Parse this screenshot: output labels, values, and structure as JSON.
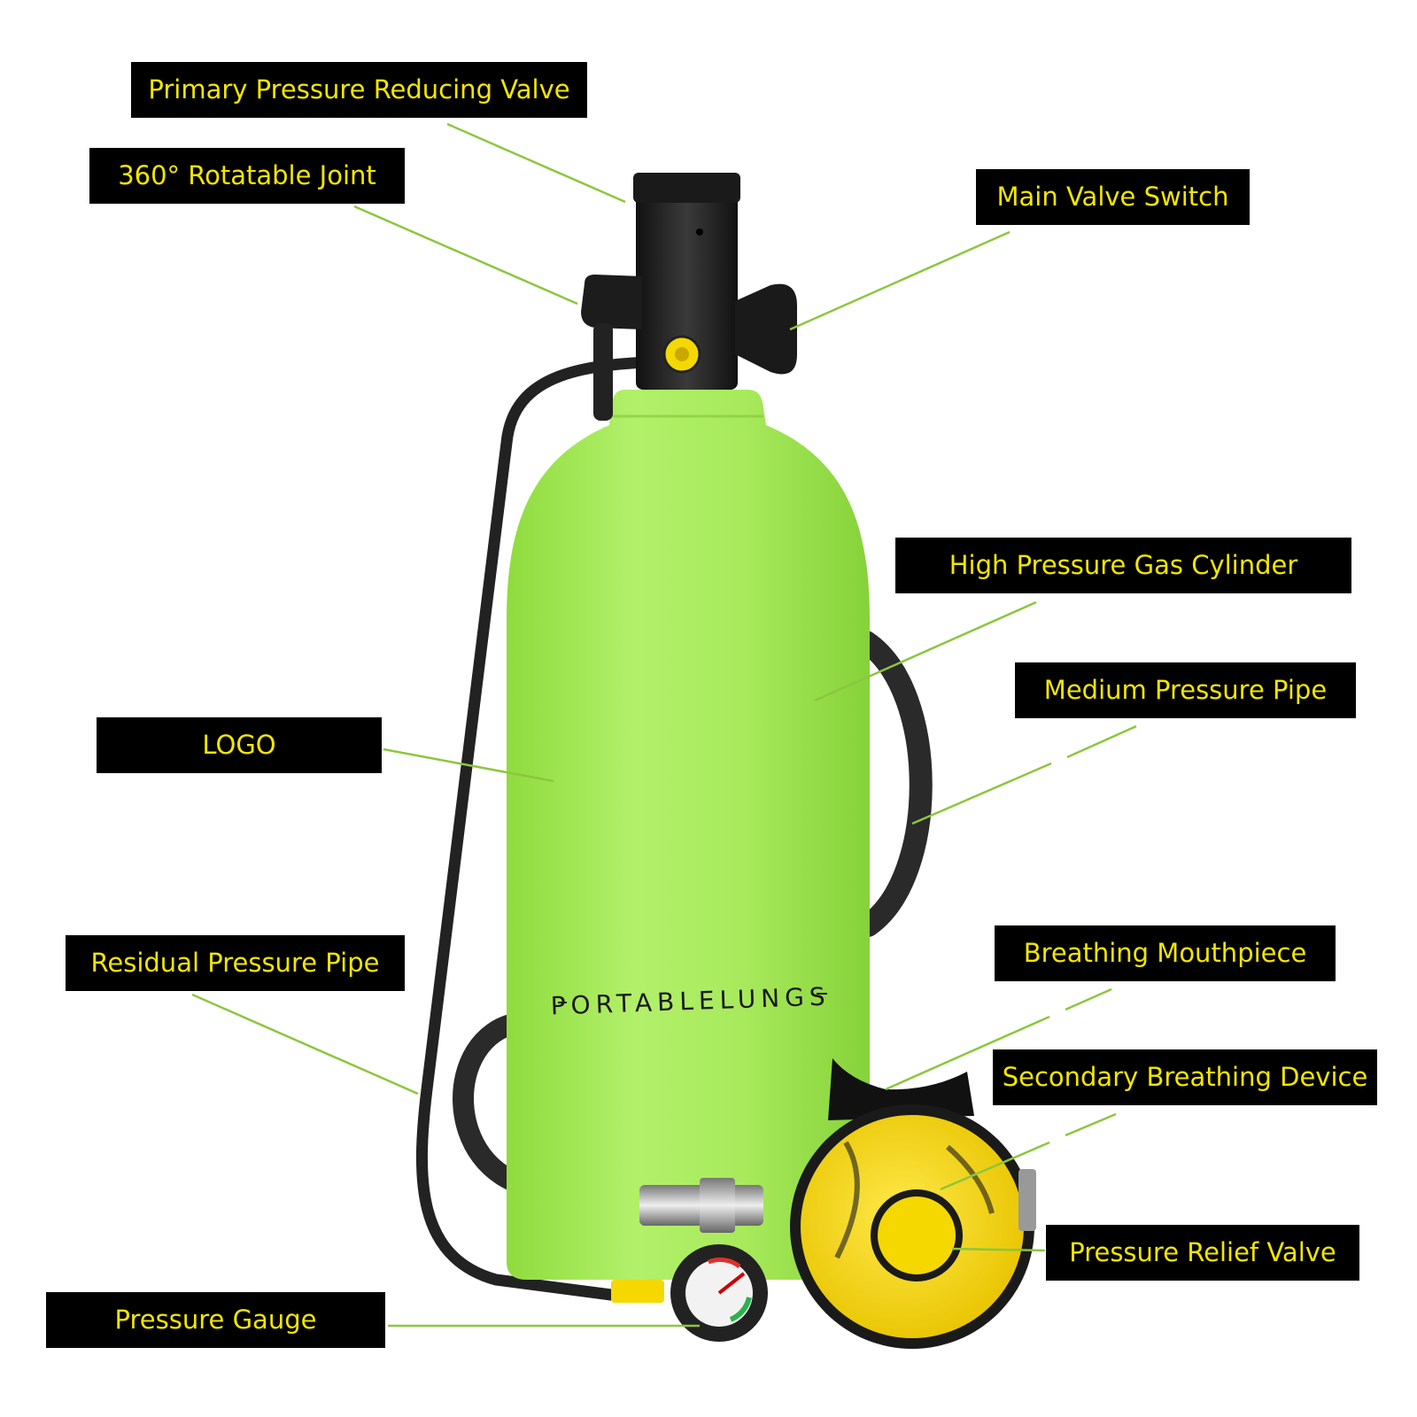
{
  "labels": {
    "primary_valve": "Primary Pressure Reducing Valve",
    "rotatable_joint": "360° Rotatable Joint",
    "main_valve": "Main Valve Switch",
    "gas_cylinder": "High Pressure Gas Cylinder",
    "medium_pipe": "Medium Pressure Pipe",
    "logo": "LOGO",
    "residual_pipe": "Residual Pressure Pipe",
    "mouthpiece": "Breathing Mouthpiece",
    "secondary_device": "Secondary Breathing Device",
    "relief_valve": "Pressure Relief Valve",
    "pressure_gauge": "Pressure Gauge"
  },
  "cylinder": {
    "brand": "PORTABLELUNGS"
  },
  "colors": {
    "label_bg": "#000000",
    "label_text": "#f2e600",
    "leader_line": "#8cc63f",
    "cylinder": "#a6ea5a",
    "valve_body": "#1a1a1a",
    "hose": "#2a2a2a",
    "regulator": "#f5d800"
  }
}
